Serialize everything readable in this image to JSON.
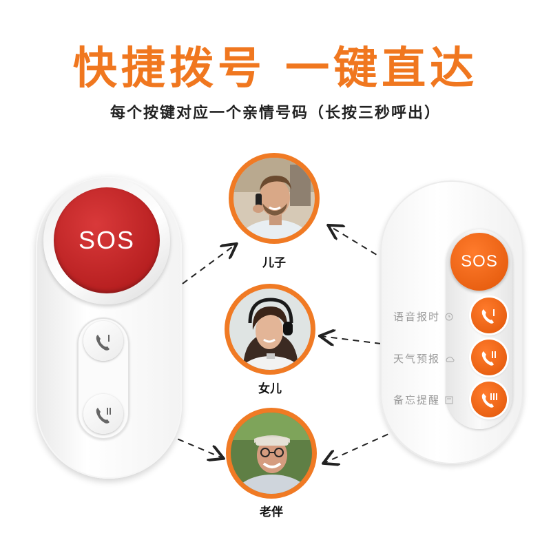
{
  "headline": "快捷拨号  一键直达",
  "subtitle": "每个按键对应一个亲情号码（长按三秒呼出）",
  "left_device": {
    "sos_label": "SOS"
  },
  "right_device": {
    "sos_label": "SOS",
    "labels": [
      "语音报时",
      "天气预报",
      "备忘提醒"
    ]
  },
  "contacts": [
    {
      "name": "儿子"
    },
    {
      "name": "女儿"
    },
    {
      "name": "老伴"
    }
  ],
  "colors": {
    "accent": "#f0771f",
    "sos_red": "#b82021",
    "sos_orange": "#e85f11"
  }
}
